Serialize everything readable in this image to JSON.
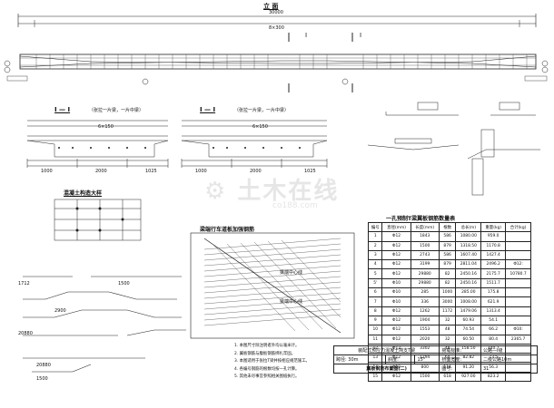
{
  "elevation": {
    "title": "立 面",
    "dim_total": "30000",
    "dim_inner": "8×300",
    "section_mark": "I"
  },
  "sections": [
    {
      "title": "I — I",
      "note": "（张拉一片梁，一片中梁）",
      "dims": [
        "1000",
        "2000",
        "1025"
      ],
      "top_dim": "6×150"
    },
    {
      "title": "I — I",
      "note": "（张拉一片梁，一片中梁）",
      "dims": [
        "1000",
        "2000",
        "1025"
      ],
      "top_dim": "6×150"
    }
  ],
  "detail": {
    "title": "混凝土构造大样"
  },
  "plan": {
    "title": "梁端行车道板加强钢筋",
    "labels": [
      "梁端中心线",
      "梁端中心线"
    ]
  },
  "bars": [
    "1712",
    "1500",
    "2900",
    "20880",
    "20880",
    "1500"
  ],
  "qty_table": {
    "title": "一孔预制T梁翼板钢筋数量表",
    "headers": [
      "编号",
      "直径(mm)",
      "长度(mm)",
      "根数",
      "总长(m)",
      "重量(kg)",
      "合计(kg)"
    ],
    "rows": [
      [
        "1",
        "Φ12",
        "1843",
        "586",
        "1080.00",
        "959.0",
        ""
      ],
      [
        "2",
        "Φ12",
        "1500",
        "879",
        "1318.50",
        "1170.8",
        ""
      ],
      [
        "3",
        "Φ12",
        "2743",
        "586",
        "1607.40",
        "1427.4",
        ""
      ],
      [
        "4",
        "Φ12",
        "3199",
        "879",
        "2811.04",
        "2496.2",
        "Φ12:"
      ],
      [
        "5",
        "Φ12",
        "29880",
        "82",
        "2450.16",
        "2175.7",
        "10780.7"
      ],
      [
        "5'",
        "Φ10",
        "29880",
        "82",
        "2450.16",
        "1511.7",
        ""
      ],
      [
        "6",
        "Φ10",
        "285",
        "1000",
        "285.00",
        "175.8",
        ""
      ],
      [
        "7",
        "Φ10",
        "336",
        "3000",
        "1008.00",
        "621.9",
        ""
      ],
      [
        "8",
        "Φ12",
        "1262",
        "1172",
        "1479.06",
        "1313.4",
        ""
      ],
      [
        "9",
        "Φ12",
        "1904",
        "32",
        "60.93",
        "54.1",
        ""
      ],
      [
        "10",
        "Φ12",
        "1553",
        "48",
        "74.54",
        "66.2",
        "Φ10:"
      ],
      [
        "11",
        "Φ12",
        "2020",
        "32",
        "60.50",
        "80.4",
        "2365.7"
      ],
      [
        "12",
        "Φ12",
        "3302",
        "48",
        "158.50",
        "140.7",
        ""
      ],
      [
        "13",
        "Φ12",
        "1294",
        "64",
        "82.82",
        "73.5",
        ""
      ],
      [
        "14",
        "Φ10",
        "800",
        "114",
        "91.20",
        "56.3",
        ""
      ],
      [
        "15",
        "Φ12",
        "1500",
        "618",
        "927.00",
        "823.2",
        ""
      ]
    ]
  },
  "notes": [
    "1. 本图尺寸除注明者外均以毫米计。",
    "2. 翼板钢筋与腹板钢筋绑扎牢固。",
    "3. 本图适用于张拉T梁并按相应规范施工。",
    "4. 各编号钢筋的根数均按一孔计算。",
    "5. 其他未尽事宜参照相关图纸执行。"
  ],
  "title_block": {
    "project": "装配式预应力混凝土简支T梁",
    "load_label": "荷载标准:",
    "load_value": "公路—I级",
    "span": "跨径: 30m",
    "skew": "斜度:",
    "skew_value": "15°",
    "width_label": "桥面宽度:",
    "width_value": "二级公路10m",
    "drawing_name": "翼板钢筋布置图(二)",
    "sheet_label": "图号:",
    "sheet_value": "31"
  }
}
